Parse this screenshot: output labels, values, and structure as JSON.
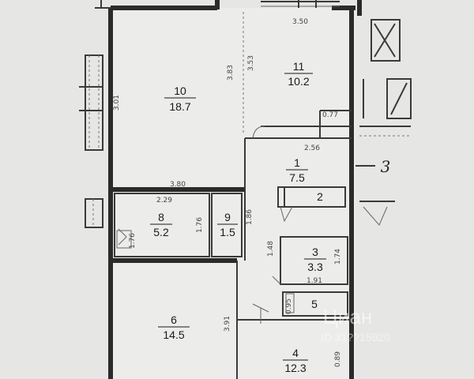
{
  "rooms": [
    {
      "id": "10",
      "number": "10",
      "area": "18.7"
    },
    {
      "id": "11",
      "number": "11",
      "area": "10.2"
    },
    {
      "id": "1",
      "number": "1",
      "area": "7.5"
    },
    {
      "id": "2",
      "number": "2",
      "area": ""
    },
    {
      "id": "8",
      "number": "8",
      "area": "5.2"
    },
    {
      "id": "9",
      "number": "9",
      "area": "1.5"
    },
    {
      "id": "3",
      "number": "3",
      "area": "3.3"
    },
    {
      "id": "5",
      "number": "5",
      "area": ""
    },
    {
      "id": "6",
      "number": "6",
      "area": "14.5"
    },
    {
      "id": "4",
      "number": "4",
      "area": "12.3"
    }
  ],
  "dimensions": {
    "top": "3.50",
    "room10_side": "3.01",
    "room11_a": "3.83",
    "room11_b": "3.53",
    "small_top": "0.77",
    "corridor_width": "2.56",
    "room10_bottom": "3.80",
    "room8_top": "2.29",
    "room8_side": "1.76",
    "corridor_side": "1.86",
    "room3_side_left": "1.48",
    "room3_side_right": "1.74",
    "room3_bottom": "1.91",
    "room5_side": "0.95",
    "room6_side": "3.91",
    "room4_side": "0.89",
    "room8_bottom_left": "1.76"
  },
  "marker": "3",
  "watermark": {
    "brand": "Циан",
    "id": "ID 31??15920"
  }
}
